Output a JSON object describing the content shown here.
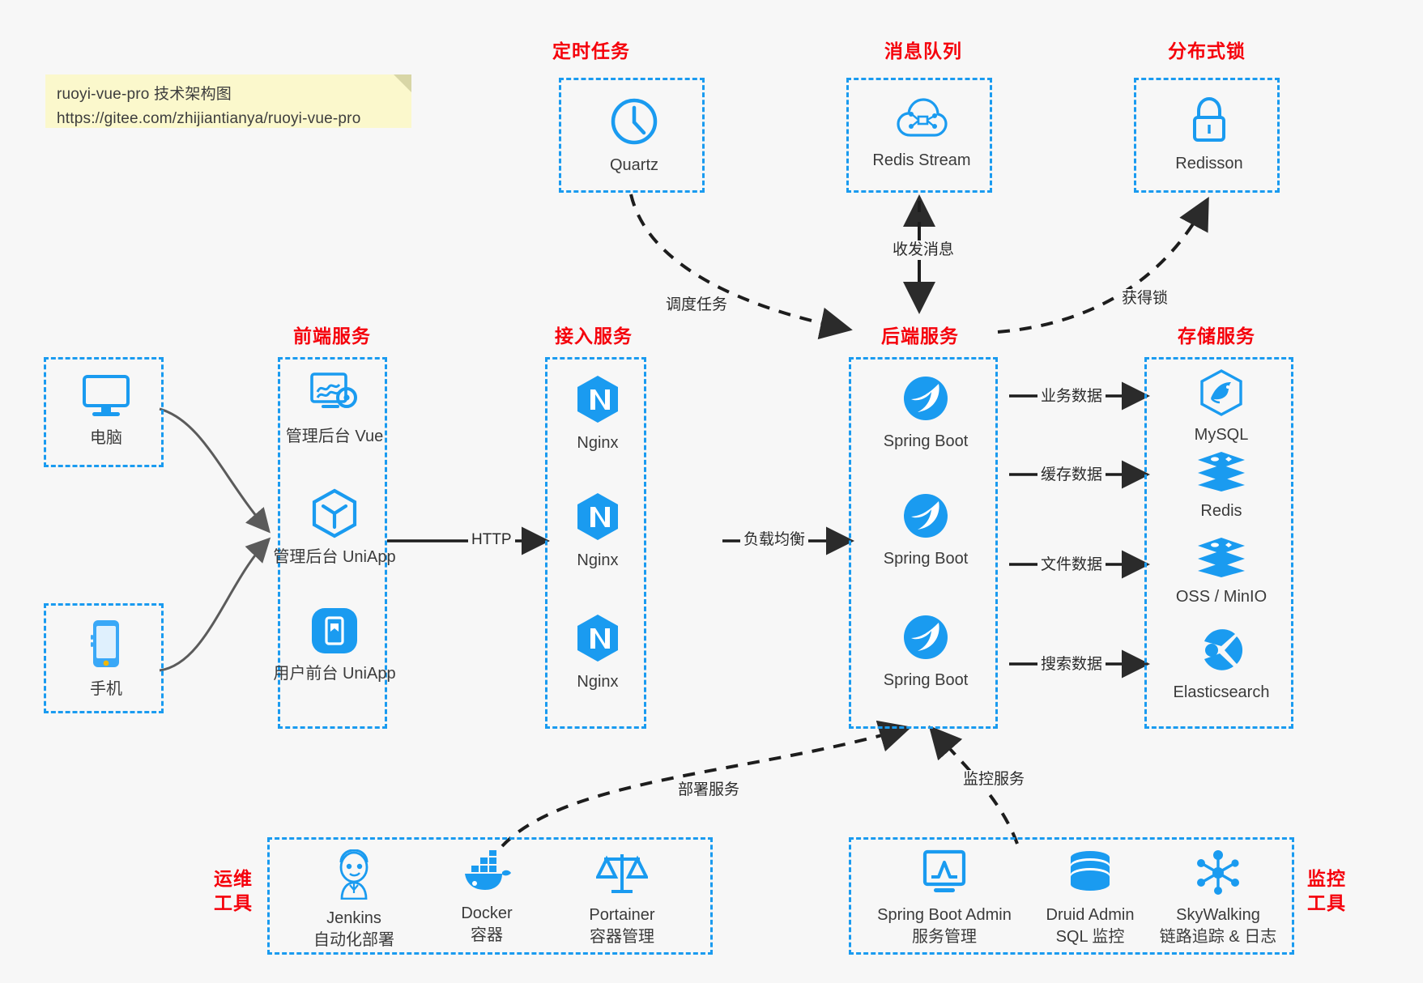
{
  "note": {
    "line1": "ruoyi-vue-pro 技术架构图",
    "line2": "https://gitee.com/zhijiantianya/ruoyi-vue-pro"
  },
  "groups": {
    "scheduled_task": "定时任务",
    "message_queue": "消息队列",
    "distributed_lock": "分布式锁",
    "frontend_service": "前端服务",
    "access_service": "接入服务",
    "backend_service": "后端服务",
    "storage_service": "存储服务",
    "devops_tools_line1": "运维",
    "devops_tools_line2": "工具",
    "monitor_tools_line1": "监控",
    "monitor_tools_line2": "工具"
  },
  "nodes": {
    "quartz": "Quartz",
    "redis_stream": "Redis Stream",
    "redisson": "Redisson",
    "computer": "电脑",
    "phone": "手机",
    "admin_vue": "管理后台 Vue",
    "admin_uniapp": "管理后台 UniApp",
    "user_uniapp": "用户前台 UniApp",
    "nginx1": "Nginx",
    "nginx2": "Nginx",
    "nginx3": "Nginx",
    "springboot1": "Spring Boot",
    "springboot2": "Spring Boot",
    "springboot3": "Spring Boot",
    "mysql": "MySQL",
    "redis": "Redis",
    "oss_minio": "OSS / MinIO",
    "elasticsearch": "Elasticsearch",
    "jenkins_name": "Jenkins",
    "jenkins_desc": "自动化部署",
    "docker_name": "Docker",
    "docker_desc": "容器",
    "portainer_name": "Portainer",
    "portainer_desc": "容器管理",
    "sba_name": "Spring Boot Admin",
    "sba_desc": "服务管理",
    "druid_name": "Druid Admin",
    "druid_desc": "SQL 监控",
    "skywalking_name": "SkyWalking",
    "skywalking_desc": "链路追踪 & 日志"
  },
  "edges": {
    "schedule_task": "调度任务",
    "send_recv_message": "收发消息",
    "acquire_lock": "获得锁",
    "http": "HTTP",
    "load_balance": "负载均衡",
    "business_data": "业务数据",
    "cache_data": "缓存数据",
    "file_data": "文件数据",
    "search_data": "搜索数据",
    "deploy_service": "部署服务",
    "monitor_service": "监控服务"
  },
  "colors": {
    "accent_blue": "#1a9bf0",
    "title_red": "#f5000b",
    "note_yellow": "#fbf8cc",
    "background": "#f7f7f7",
    "arrow_dark": "#2b2b2b",
    "caption_gray": "#3b3b3b"
  }
}
